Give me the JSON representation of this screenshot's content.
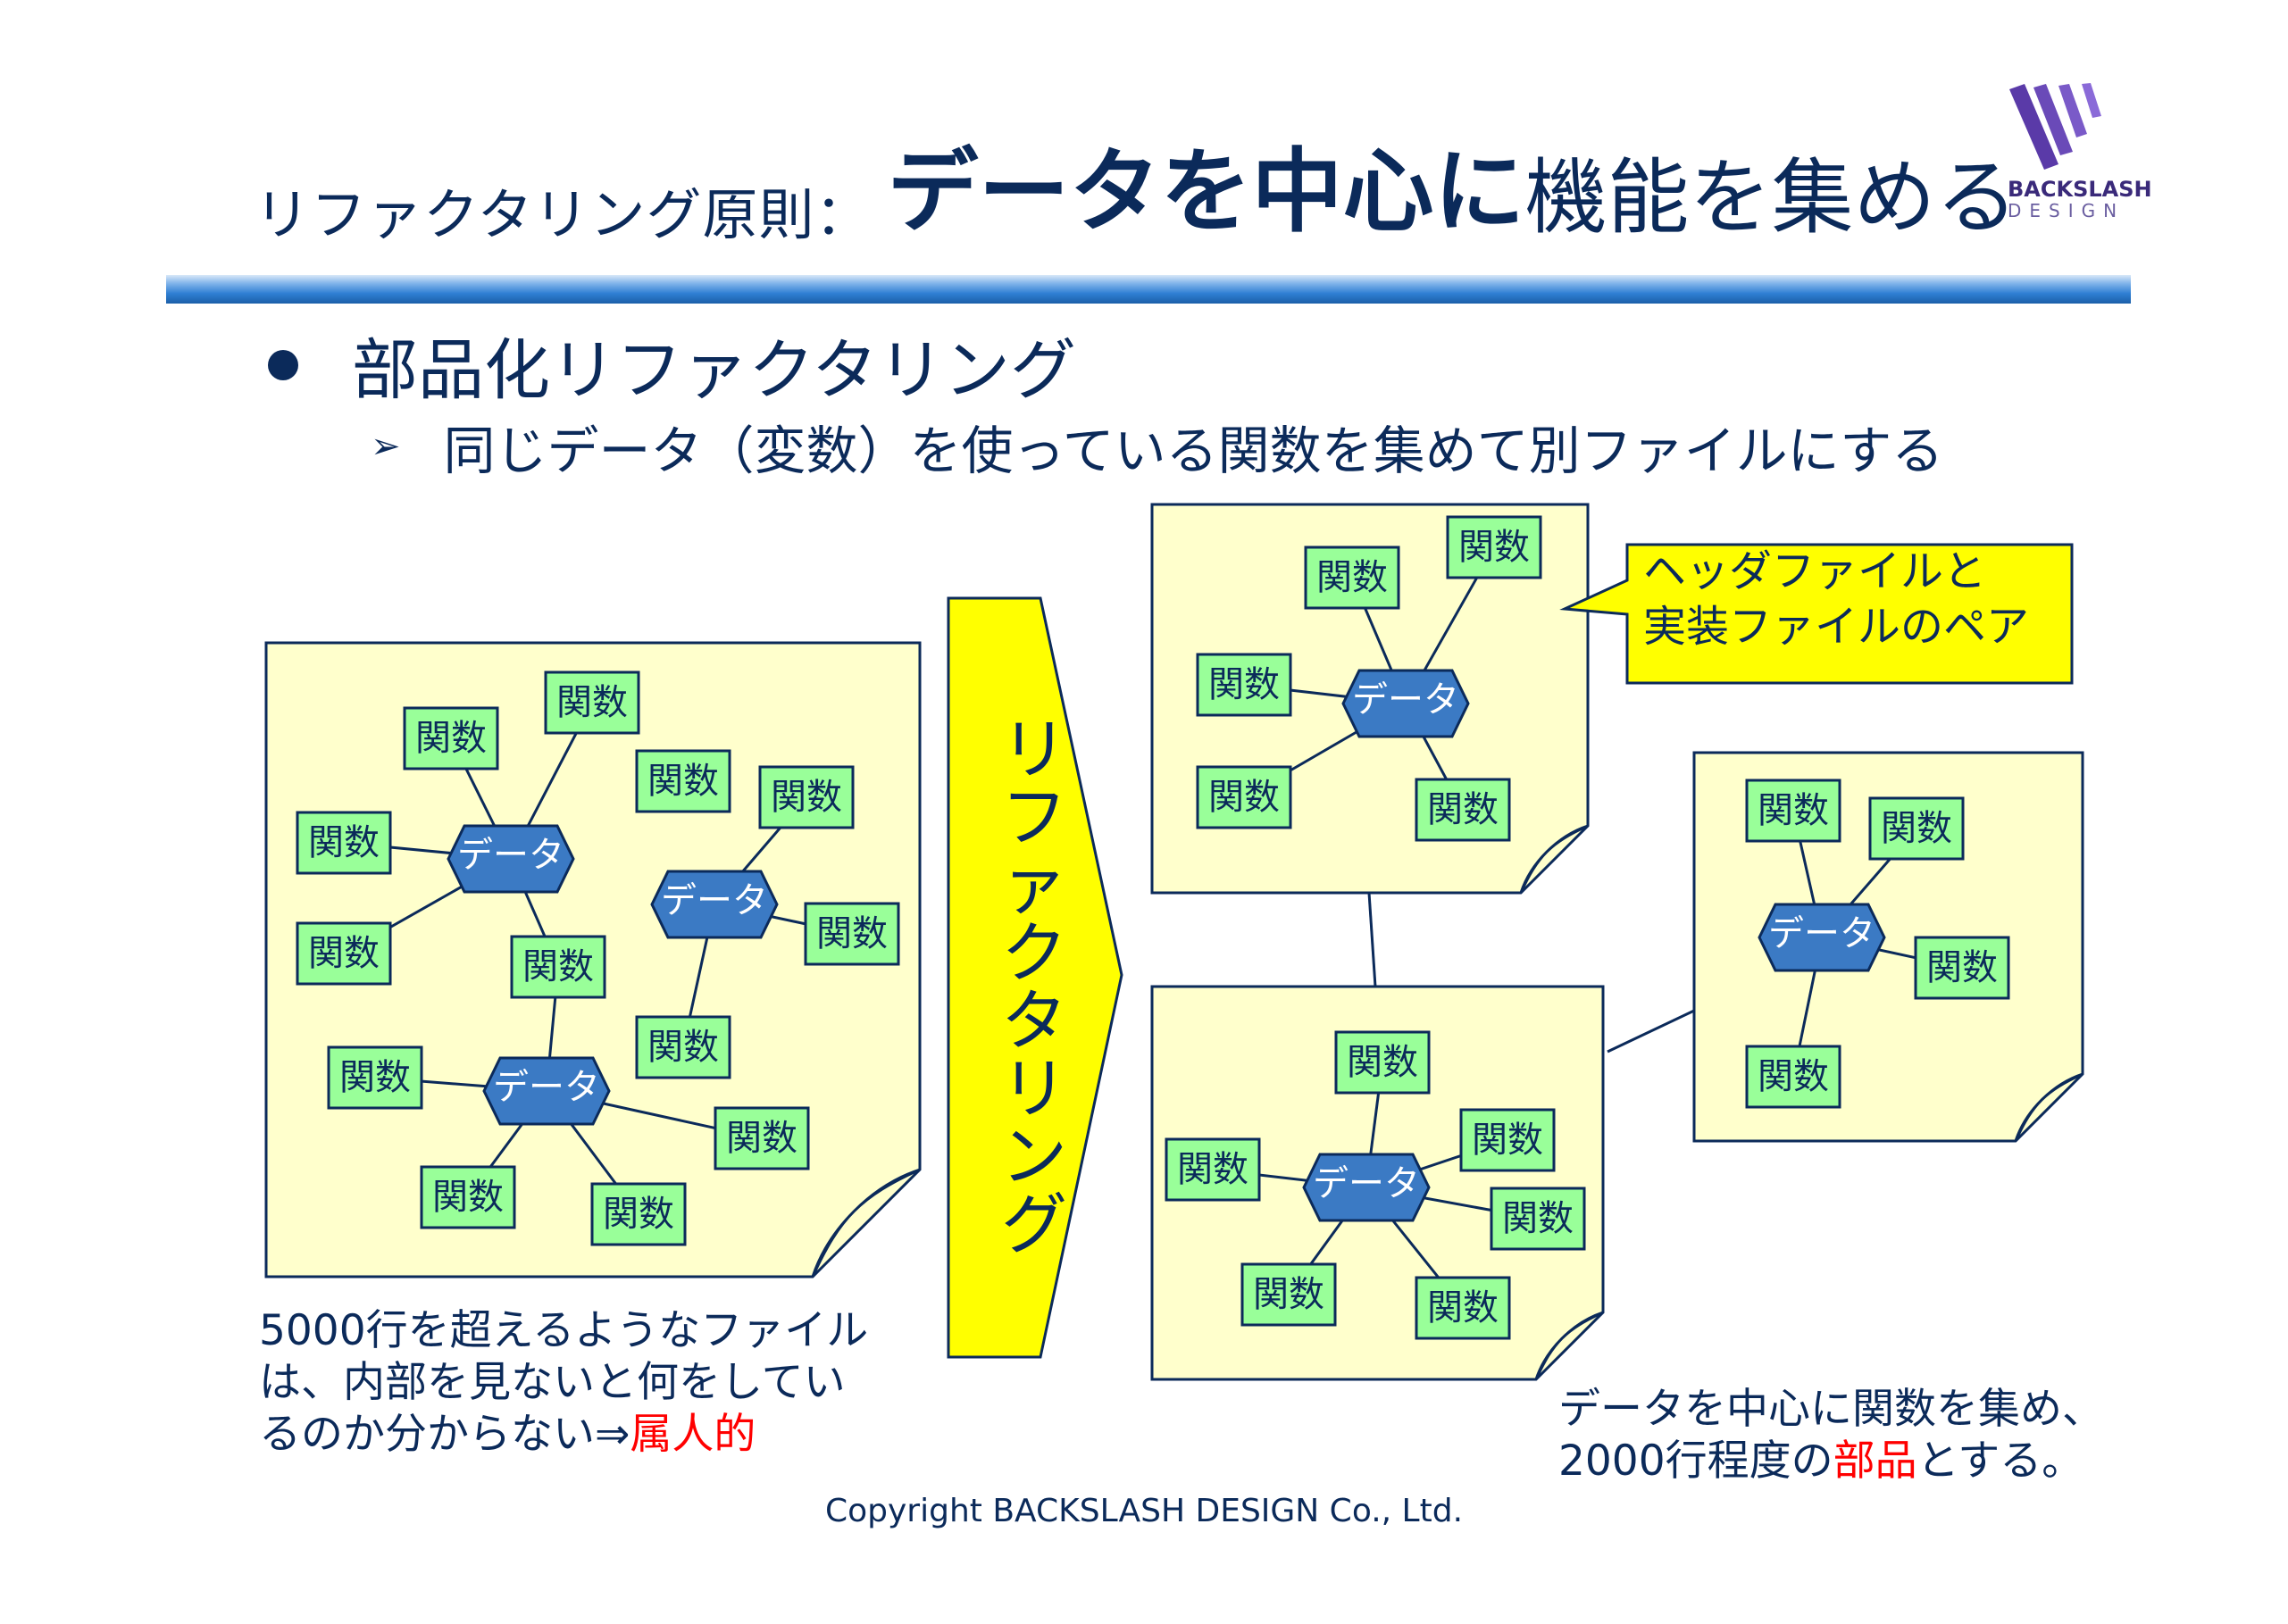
{
  "title": {
    "prefix": "リファクタリング原則：",
    "emphasis": "データを中心に",
    "rest": "機能を集める"
  },
  "logo": {
    "line1": "BACKSLASH",
    "line2": "DESIGN"
  },
  "bullet": {
    "text": "部品化リファクタリング"
  },
  "sub_bullet": {
    "mark": "➢",
    "text": "同じデータ（変数）を使っている関数を集めて別ファイルにする"
  },
  "arrow_label": "リファクタリング",
  "callout": {
    "line1": "ヘッダファイルと",
    "line2": "実装ファイルのペア"
  },
  "labels": {
    "func": "関数",
    "data": "データ"
  },
  "left_caption": {
    "line1": "5000行を超えるようなファイル",
    "line2": "は、内部を見ないと何をしてい",
    "line3_prefix": "るのか分からない⇒",
    "line3_highlight": "属人的"
  },
  "right_caption": {
    "line1": "データを中心に関数を集め、",
    "line2_prefix": "2000行程度の",
    "line2_highlight": "部品",
    "line2_suffix": "とする。"
  },
  "copyright": "Copyright BACKSLASH DESIGN Co., Ltd.",
  "colors": {
    "navy": "#0b2a5a",
    "note_fill": "#ffffcc",
    "func_fill": "#99ff99",
    "data_fill": "#3b7ac4",
    "arrow_fill": "#ffff00",
    "callout_fill": "#ffff00",
    "highlight": "#ff0000"
  }
}
